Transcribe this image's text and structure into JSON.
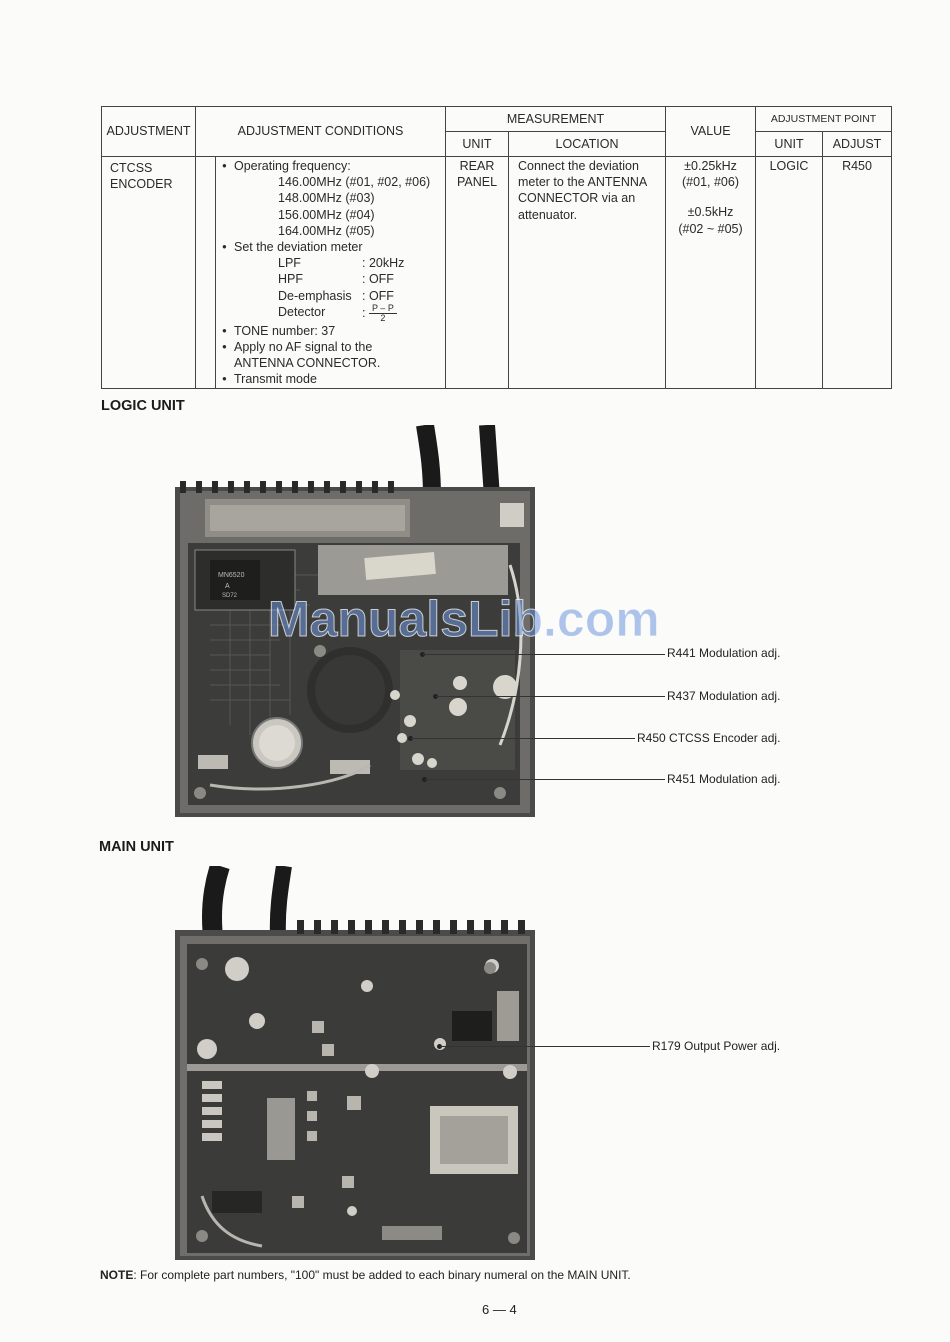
{
  "table": {
    "headers": {
      "adjustment": "ADJUSTMENT",
      "conditions": "ADJUSTMENT CONDITIONS",
      "measurement": "MEASUREMENT",
      "m_unit": "UNIT",
      "m_location": "LOCATION",
      "value": "VALUE",
      "adj_point": "ADJUSTMENT POINT",
      "p_unit": "UNIT",
      "p_adjust": "ADJUST"
    },
    "row": {
      "adjustment": [
        "CTCSS",
        "ENCODER"
      ],
      "op_freq_label": "Operating frequency:",
      "frequencies": [
        "146.00MHz (#01, #02, #06)",
        "148.00MHz (#03)",
        "156.00MHz (#04)",
        "164.00MHz (#05)"
      ],
      "deviation_label": "Set the deviation meter",
      "settings": [
        {
          "k": "LPF",
          "v": ": 20kHz"
        },
        {
          "k": "HPF",
          "v": ": OFF"
        },
        {
          "k": "De-emphasis",
          "v": ": OFF"
        }
      ],
      "detector_label": "Detector",
      "detector_sep": ":",
      "detector_num": "P – P",
      "detector_den": "2",
      "tone": "TONE number: 37",
      "apply": [
        "Apply no AF signal to the",
        "ANTENNA CONNECTOR."
      ],
      "transmit": "Transmit mode",
      "m_unit": [
        "REAR",
        "PANEL"
      ],
      "m_location": [
        "Connect the deviation",
        "meter to the ANTENNA",
        "CONNECTOR via an",
        "attenuator."
      ],
      "value_1": [
        "±0.25kHz",
        "(#01, #06)"
      ],
      "value_2": [
        "±0.5kHz",
        "(#02 ~ #05)"
      ],
      "p_unit": "LOGIC",
      "p_adjust": "R450"
    }
  },
  "logic": {
    "heading": "LOGIC UNIT",
    "callouts": [
      "R441 Modulation adj.",
      "R437 Modulation adj.",
      "R450 CTCSS Encoder adj.",
      "R451 Modulation adj."
    ],
    "silk": [
      "MN6520",
      "A",
      "SD72"
    ]
  },
  "main": {
    "heading": "MAIN UNIT",
    "callouts": [
      "R179 Output Power adj."
    ]
  },
  "watermark": "ManualsLib.com",
  "note": {
    "label": "NOTE",
    "text": ": For complete part numbers, \"100\" must be added to each binary numeral on the MAIN UNIT."
  },
  "page_number": "6 — 4"
}
